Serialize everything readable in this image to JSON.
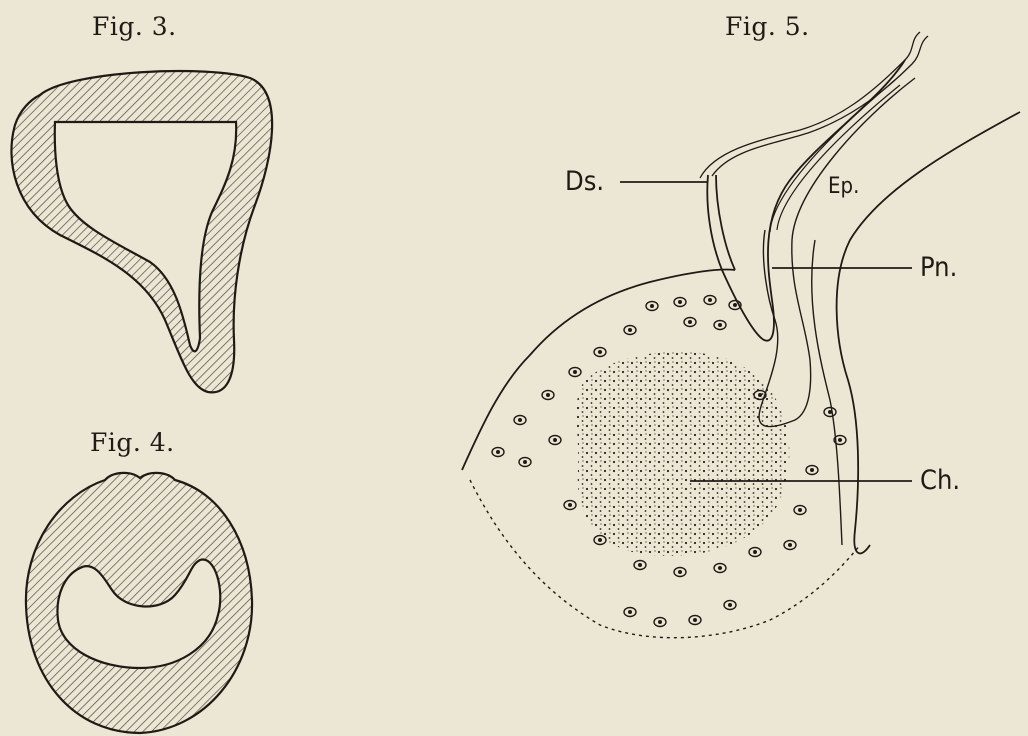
{
  "figures": {
    "fig3": {
      "caption": "Fig. 3."
    },
    "fig4": {
      "caption": "Fig. 4."
    },
    "fig5": {
      "caption": "Fig. 5.",
      "labels": {
        "ds": "Ds.",
        "ep": "Ep.",
        "pn": "Pn.",
        "ch": "Ch."
      }
    }
  },
  "colors": {
    "paper": "#ece6d4",
    "ink": "#1e1b16",
    "hatch": "#5a5347"
  }
}
